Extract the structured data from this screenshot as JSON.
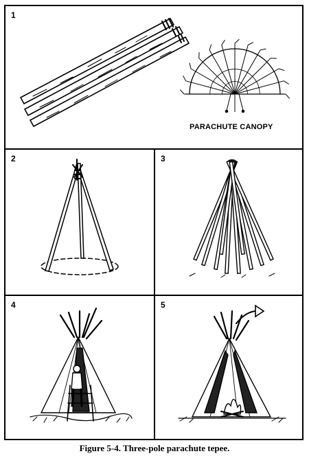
{
  "panels": [
    {
      "number": "1"
    },
    {
      "number": "2"
    },
    {
      "number": "3"
    },
    {
      "number": "4"
    },
    {
      "number": "5"
    }
  ],
  "canopy_label": "PARACHUTE CANOPY",
  "caption": "Figure 5-4. Three-pole parachute tepee.",
  "colors": {
    "ink": "#000000",
    "paper": "#ffffff"
  }
}
